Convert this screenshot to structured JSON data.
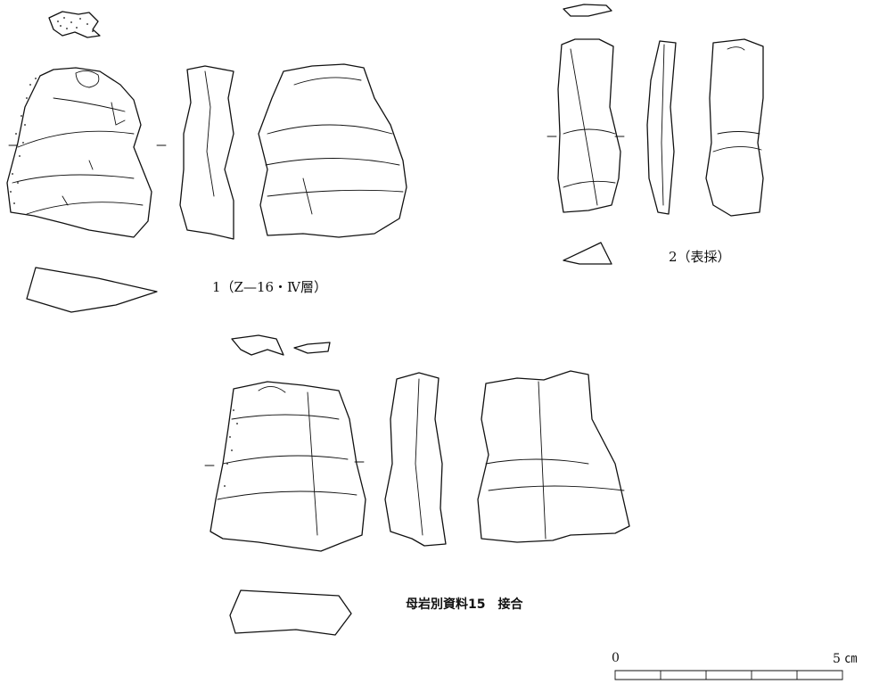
{
  "labels": {
    "artifact1": "1（Z—16・Ⅳ層）",
    "artifact2": "2（表採）",
    "refit": "母岩別資料15　接合"
  },
  "scale": {
    "start": "0",
    "end": "5",
    "unit": "㎝"
  }
}
